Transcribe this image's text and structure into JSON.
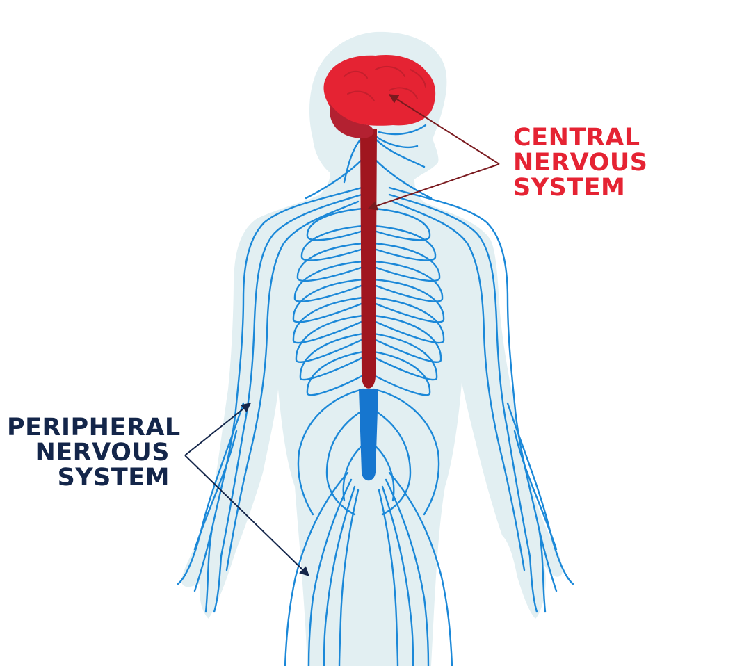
{
  "colors": {
    "background": "#ffffff",
    "body_silhouette": "#e2eff2",
    "brain": "#e52333",
    "brain_shadow": "#b32131",
    "spinal_cord": "#a0161f",
    "nerves": "#1b88d8",
    "cauda_equina": "#1676cf",
    "cns_label": "#e52333",
    "pns_label": "#14264a"
  },
  "labels": {
    "central": {
      "lines": [
        "CENTRAL",
        "NERVOUS",
        "SYSTEM"
      ],
      "targets": [
        "brain",
        "spinal-cord"
      ]
    },
    "peripheral": {
      "lines": [
        "PERIPHERAL",
        "NERVOUS",
        "SYSTEM"
      ],
      "targets": [
        "arm-nerves",
        "leg-nerves"
      ]
    }
  }
}
